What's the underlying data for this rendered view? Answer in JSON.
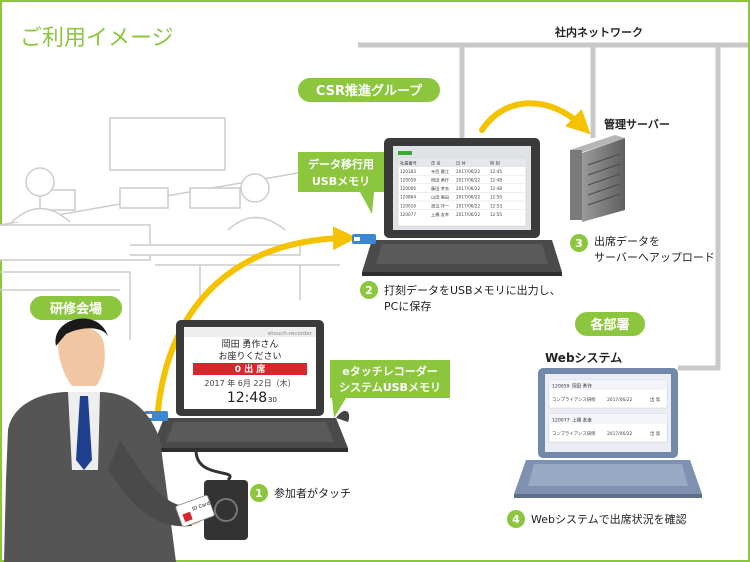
{
  "title": "ご利用イメージ",
  "network": {
    "label": "社内ネットワーク"
  },
  "groups": {
    "csr": "CSR推進グループ",
    "venue": "研修会場",
    "departments": "各部署"
  },
  "labels": {
    "server": "管理サーバー",
    "web_system": "Webシステム",
    "usb_transfer": [
      "データ移行用",
      "USBメモリ"
    ],
    "usb_etouch": [
      "eタッチレコーダー",
      "システムUSBメモリ"
    ]
  },
  "card": {
    "text": "ID Card"
  },
  "steps": [
    {
      "num": "1",
      "lines": [
        "参加者がタッチ"
      ]
    },
    {
      "num": "2",
      "lines": [
        "打刻データをUSBメモリに出力し、",
        "PCに保存"
      ]
    },
    {
      "num": "3",
      "lines": [
        "出席データを",
        "サーバーへアップロード"
      ]
    },
    {
      "num": "4",
      "lines": [
        "Webシステムで出席状況を確認"
      ]
    }
  ],
  "touch_screen": {
    "logo": "etouch-recorder",
    "name": "岡田 勇作さん",
    "message": "お座りください",
    "status": "0 出 席",
    "date": "2017 年 6月 22日（木）",
    "time": "12:48",
    "seconds": "30"
  },
  "csr_table": {
    "headers": [
      "社員番号",
      "氏 名",
      "日 付",
      "時 刻"
    ],
    "rows": [
      [
        "120183",
        "寺西 慶江",
        "2017/06/22",
        "12:45"
      ],
      [
        "120059",
        "岡田 勇作",
        "2017/06/22",
        "12:48"
      ],
      [
        "120006",
        "藤田 孝充",
        "2017/06/22",
        "12:48"
      ],
      [
        "120864",
        "山田 美由",
        "2017/06/22",
        "12:50"
      ],
      [
        "120016",
        "渡辺 洋一",
        "2017/06/22",
        "12:53"
      ],
      [
        "120077",
        "上橋 友幸",
        "2017/06/22",
        "12:55"
      ]
    ]
  },
  "web_records": [
    {
      "id": "120059",
      "name": "岡田 勇作",
      "course": "コンプライアンス研修",
      "date": "2017/06/22",
      "status": "出 席"
    },
    {
      "id": "120077",
      "name": "上橋 友幸",
      "course": "コンプライアンス研修",
      "date": "2017/06/22",
      "status": "出 席"
    }
  ],
  "colors": {
    "accent_green": "#8cc63f",
    "arrow_yellow": "#f5c200",
    "network_gray": "#c8c8c8",
    "status_red": "#d9262c",
    "laptop_dark": "#3a3a3a"
  }
}
